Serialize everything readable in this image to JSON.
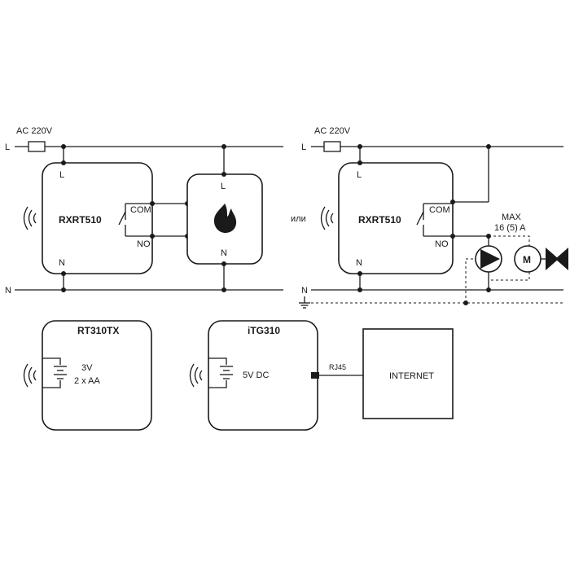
{
  "left_circuit": {
    "supply_label": "AC 220V",
    "line_label": "L",
    "neutral_label": "N",
    "device": {
      "name": "RXRT510",
      "terminal_l": "L",
      "terminal_n": "N",
      "terminal_com": "COM",
      "terminal_no": "NO"
    },
    "boiler": {
      "terminal_l": "L",
      "terminal_n": "N",
      "icon": "flame-icon"
    }
  },
  "right_circuit": {
    "or_label": "или",
    "supply_label": "AC 220V",
    "line_label": "L",
    "neutral_label": "N",
    "device": {
      "name": "RXRT510",
      "terminal_l": "L",
      "terminal_n": "N",
      "terminal_com": "COM",
      "terminal_no": "NO"
    },
    "load_rating_line1": "MAX",
    "load_rating_line2": "16 (5) A",
    "pump_icon": "pump-icon",
    "motor_label": "M",
    "valve_icon": "valve-icon"
  },
  "thermostat": {
    "name": "RT310TX",
    "battery_line1": "3V",
    "battery_line2": "2 x AA"
  },
  "gateway": {
    "name": "iTG310",
    "power_label": "5V DC",
    "cable_label": "RJ45"
  },
  "internet_box": {
    "label": "INTERNET"
  },
  "icons": [
    "wireless-icon",
    "battery-icon",
    "ground-icon",
    "fuse-icon",
    "relay-switch-icon"
  ]
}
